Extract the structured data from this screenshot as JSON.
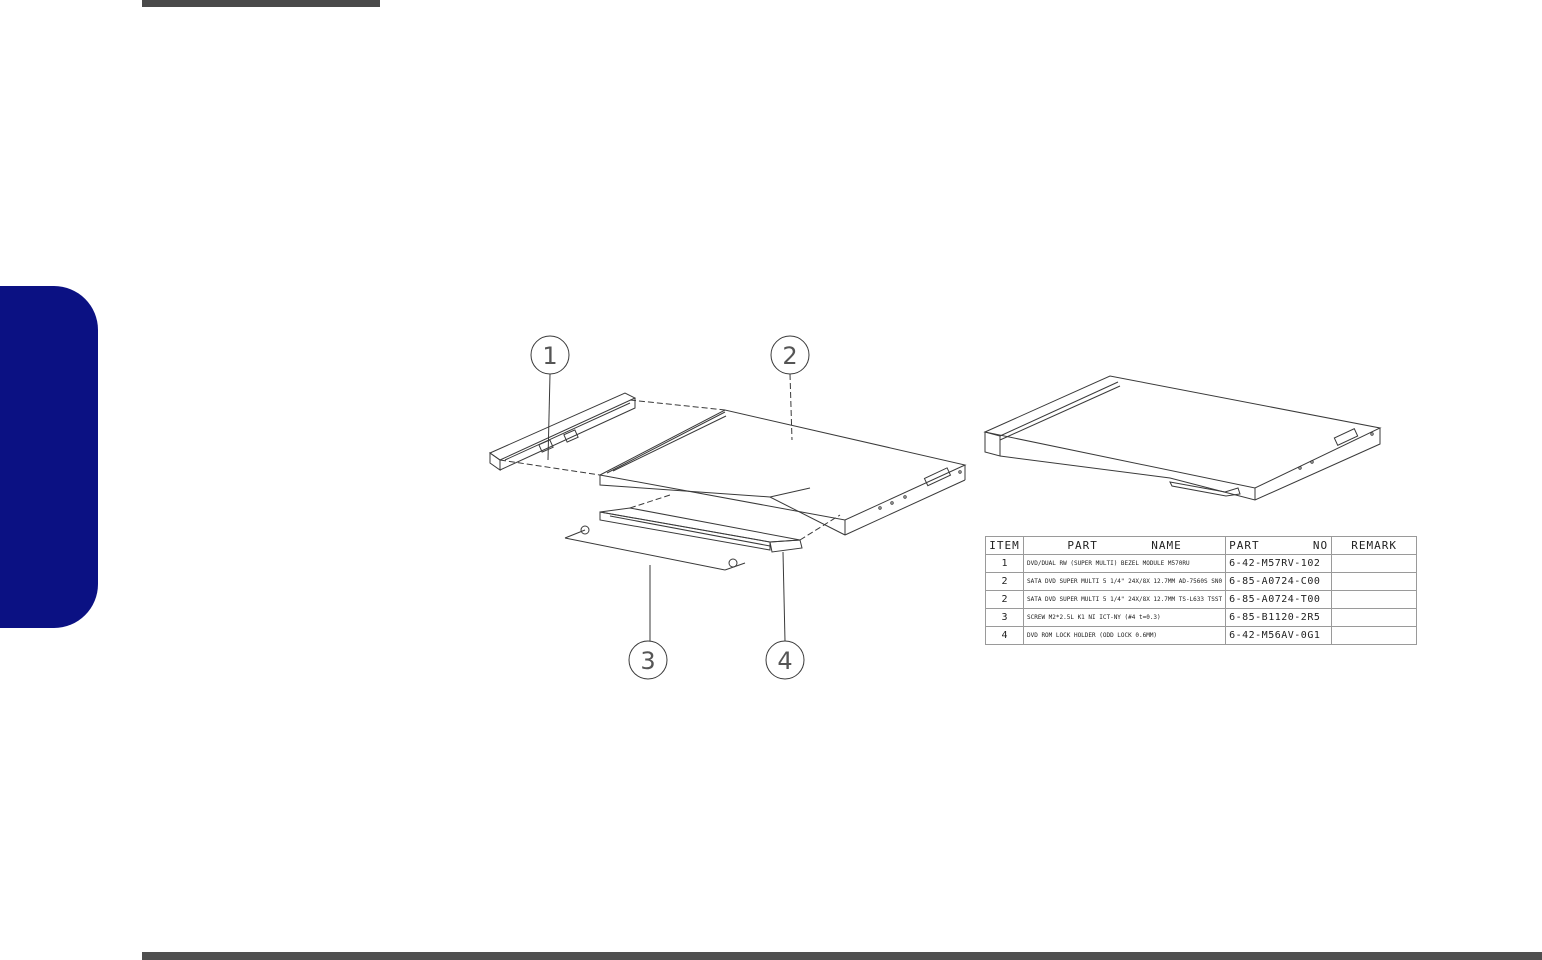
{
  "callouts": [
    "1",
    "2",
    "3",
    "4"
  ],
  "bom": {
    "headers": {
      "item": "ITEM",
      "part_name": "PART       NAME",
      "part_no": "PART       NO",
      "remark": "REMARK"
    },
    "rows": [
      {
        "item": "1",
        "part_name": "DVD/DUAL RW (SUPER MULTI) BEZEL MODULE M570RU",
        "part_no": "6-42-M57RV-102",
        "remark": ""
      },
      {
        "item": "2",
        "part_name": "SATA DVD SUPER MULTI 5 1/4\" 24X/8X 12.7MM AD-7560S SN0",
        "part_no": "6-85-A0724-C00",
        "remark": ""
      },
      {
        "item": "2",
        "part_name": "SATA DVD SUPER MULTI 5 1/4\" 24X/8X 12.7MM TS-L633 TSST",
        "part_no": "6-85-A0724-T00",
        "remark": ""
      },
      {
        "item": "3",
        "part_name": "SCREW M2*2.5L K1 NI ICT-NY (#4 t=0.3)",
        "part_no": "6-85-B1120-2R5",
        "remark": ""
      },
      {
        "item": "4",
        "part_name": "DVD ROM LOCK HOLDER (ODD      LOCK       0.6MM)",
        "part_no": "6-42-M56AV-0G1",
        "remark": ""
      }
    ]
  }
}
